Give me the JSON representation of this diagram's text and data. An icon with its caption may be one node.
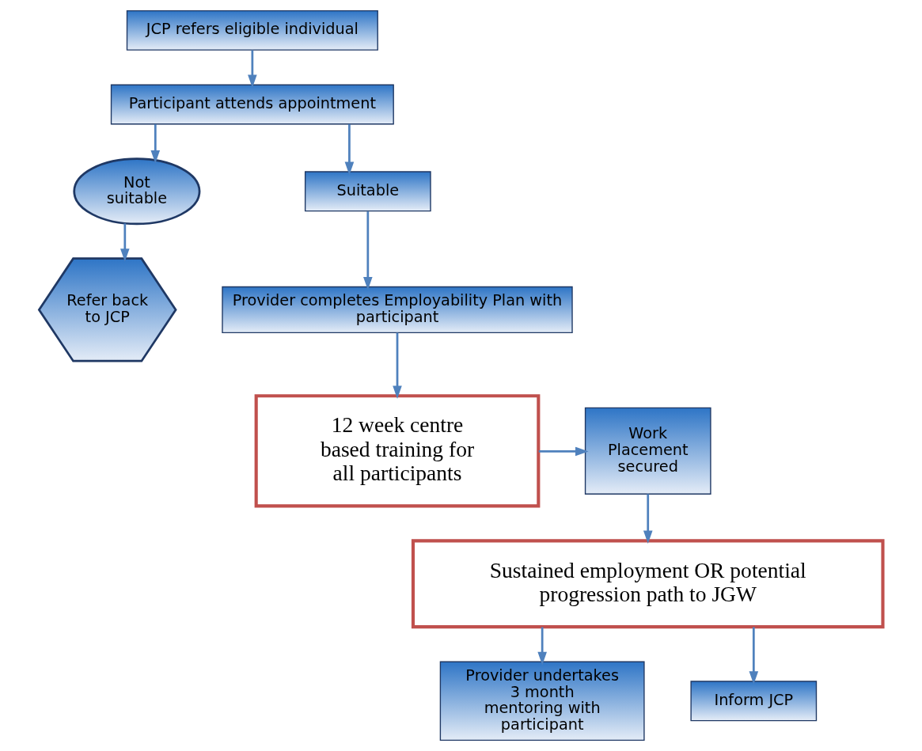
{
  "diagram": {
    "nodes": [
      {
        "text": [
          "JCP refers eligible individual"
        ]
      },
      {
        "text": [
          "Participant attends appointment"
        ]
      },
      {
        "text": [
          "Not suitable"
        ]
      },
      {
        "text": [
          "Suitable"
        ]
      },
      {
        "text": [
          "Refer back to JCP"
        ]
      },
      {
        "text": [
          "Provider completes Employability Plan with participant"
        ]
      },
      {
        "text": [
          "12 week centre based training for all participants"
        ]
      },
      {
        "text": [
          "Work Placement secured"
        ]
      },
      {
        "text": [
          "Sustained employment OR potential progression path to JGW"
        ]
      },
      {
        "text": [
          "Provider undertakes 3 month mentoring with participant"
        ]
      },
      {
        "text": [
          "Inform JCP"
        ]
      }
    ],
    "edges": [
      {
        "from": 0,
        "to": 1,
        "arrow": "to"
      },
      {
        "from": 1,
        "to": 2,
        "arrow": "to"
      },
      {
        "from": 1,
        "to": 3,
        "arrow": "to"
      },
      {
        "from": 2,
        "to": 4,
        "arrow": "to"
      },
      {
        "from": 3,
        "to": 5,
        "arrow": "to"
      },
      {
        "from": 5,
        "to": 6,
        "arrow": "to"
      },
      {
        "from": 6,
        "to": 7,
        "arrow": "to"
      },
      {
        "from": 7,
        "to": 8,
        "arrow": "to"
      },
      {
        "from": 8,
        "to": 9,
        "arrow": "to"
      },
      {
        "from": 8,
        "to": 10,
        "arrow": "to"
      }
    ]
  }
}
